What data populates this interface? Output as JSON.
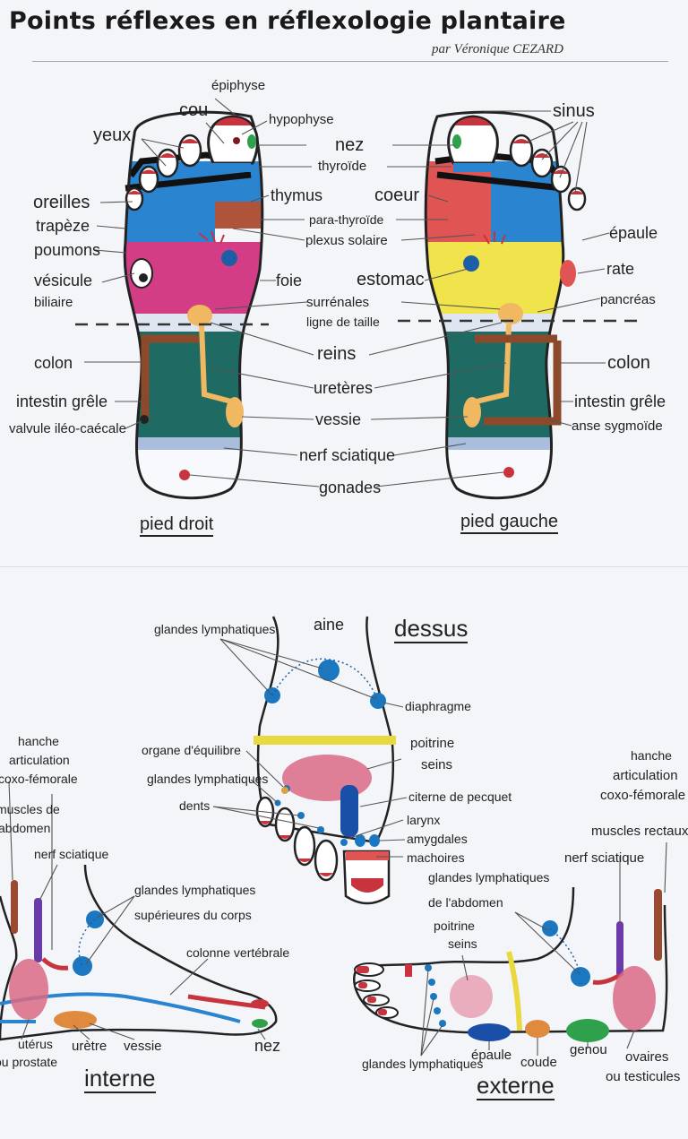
{
  "title": "Points réflexes en réflexologie plantaire",
  "author": "par Véronique CEZARD",
  "soles": {
    "right_caption": "pied droit",
    "left_caption": "pied gauche",
    "labels": {
      "epiphyse": "épiphyse",
      "cou": "cou",
      "hypophyse": "hypophyse",
      "yeux": "yeux",
      "nez": "nez",
      "thyroide": "thyroïde",
      "sinus": "sinus",
      "thymus": "thymus",
      "coeur": "coeur",
      "oreilles": "oreilles",
      "trapeze": "trapèze",
      "poumons": "poumons",
      "para_thyroide": "para-thyroïde",
      "plexus_solaire": "plexus solaire",
      "epaule": "épaule",
      "vesicule": "vésicule",
      "biliaire": "biliaire",
      "foie": "foie",
      "estomac": "estomac",
      "rate": "rate",
      "surrenales": "surrénales",
      "pancreas": "pancréas",
      "ligne_de_taille": "ligne de taille",
      "reins": "reins",
      "colon_right": "colon",
      "colon_left": "colon",
      "ureteres": "uretères",
      "intestin_grele_right": "intestin grêle",
      "intestin_grele_left": "intestin grêle",
      "valvule": "valvule iléo-caécale",
      "vessie": "vessie",
      "anse": "anse sygmoïde",
      "nerf_sciatique": "nerf sciatique",
      "gonades": "gonades"
    }
  },
  "dessus": {
    "caption": "dessus",
    "labels": {
      "glandes_lymphatiques_top": "glandes lymphatiques",
      "aine": "aine",
      "diaphragme": "diaphragme",
      "organe_equilibre": "organe d'équilibre",
      "poitrine": "poitrine",
      "seins": "seins",
      "glandes_lymphatiques_mid": "glandes lymphatiques",
      "citerne": "citerne de pecquet",
      "dents": "dents",
      "larynx": "larynx",
      "amygdales": "amygdales",
      "machoires": "machoires"
    }
  },
  "interne": {
    "caption": "interne",
    "labels": {
      "hanche": "hanche",
      "articulation": "articulation",
      "coxo_femorale": "coxo-fémorale",
      "muscles_de": "muscles de",
      "abdomen": "abdomen",
      "nerf_sciatique": "nerf sciatique",
      "glandes_sup_1": "glandes lymphatiques",
      "glandes_sup_2": "supérieures du corps",
      "colonne": "colonne vertébrale",
      "uterus": "utérus",
      "ou_prostate": "ou prostate",
      "uretre": "urètre",
      "vessie": "vessie",
      "nez": "nez"
    }
  },
  "externe": {
    "caption": "externe",
    "labels": {
      "hanche": "hanche",
      "articulation": "articulation",
      "coxo_femorale": "coxo-fémorale",
      "muscles_rectaux": "muscles rectaux",
      "nerf_sciatique": "nerf sciatique",
      "glandes_abd_1": "glandes lymphatiques",
      "glandes_abd_2": "de l'abdomen",
      "poitrine": "poitrine",
      "seins": "seins",
      "glandes_lymphatiques": "glandes lymphatiques",
      "epaule": "épaule",
      "coude": "coude",
      "genou": "genou",
      "ovaires": "ovaires",
      "ou_testicules": "ou testicules"
    }
  },
  "colors": {
    "ink": "#222222",
    "red": "#c8343d",
    "blue": "#2a84cf",
    "magenta": "#d23d86",
    "yellow": "#f1e34c",
    "teal": "#1f6b63",
    "brown": "#8c4a2b",
    "orange": "#f0b860",
    "green": "#2fa14c",
    "dark_blue": "#1a5fa8"
  }
}
